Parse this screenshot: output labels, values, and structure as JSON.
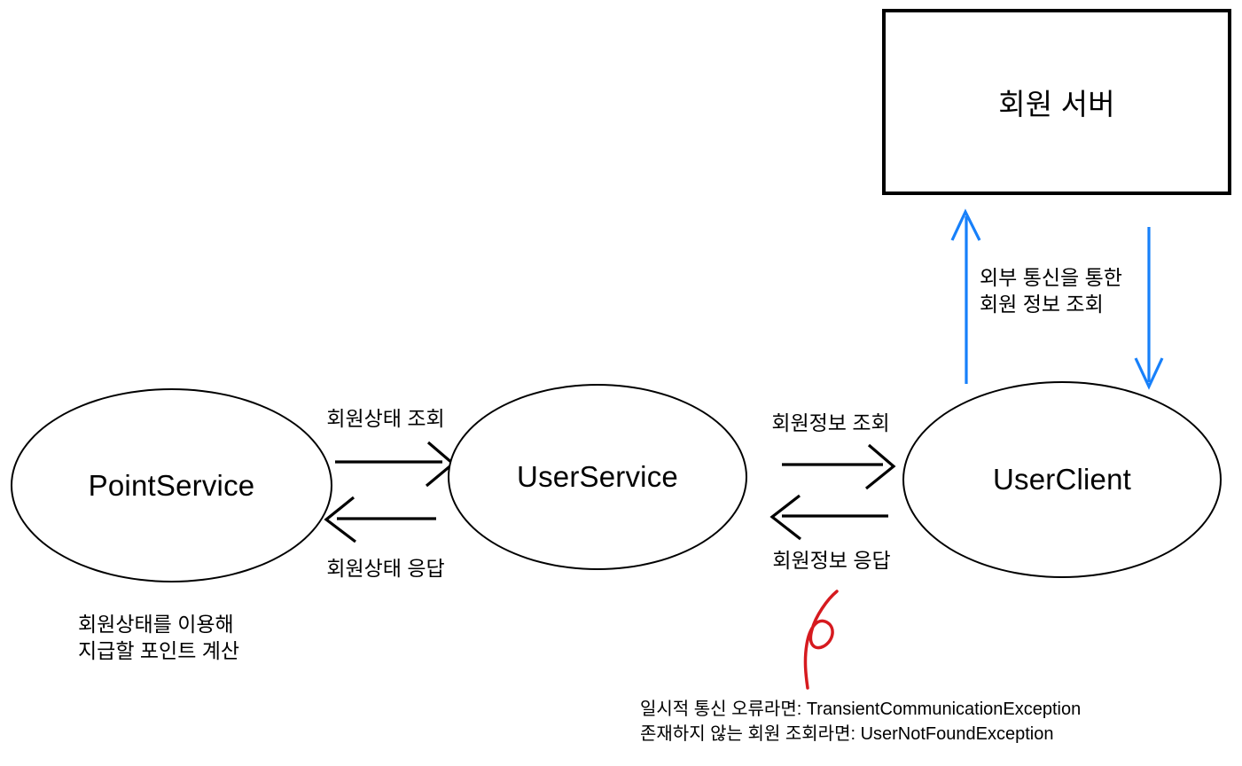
{
  "diagram": {
    "nodes": {
      "point_service": "PointService",
      "user_service": "UserService",
      "user_client": "UserClient",
      "member_server": "회원 서버"
    },
    "edges": {
      "status_query": "회원상태 조회",
      "status_reply": "회원상태 응답",
      "info_query": "회원정보 조회",
      "info_reply": "회원정보 응답",
      "external_call_line1": "외부 통신을 통한",
      "external_call_line2": "회원 정보 조회"
    },
    "notes": {
      "point_calc_line1": "회원상태를 이용해",
      "point_calc_line2": "지급할 포인트 계산",
      "exception_line1": "일시적 통신 오류라면: TransientCommunicationException",
      "exception_line2": "존재하지 않는 회원 조회라면: UserNotFoundException"
    },
    "colors": {
      "line": "#000000",
      "external_arrow": "#1780FA",
      "annotation_mark": "#D61A1F"
    }
  }
}
